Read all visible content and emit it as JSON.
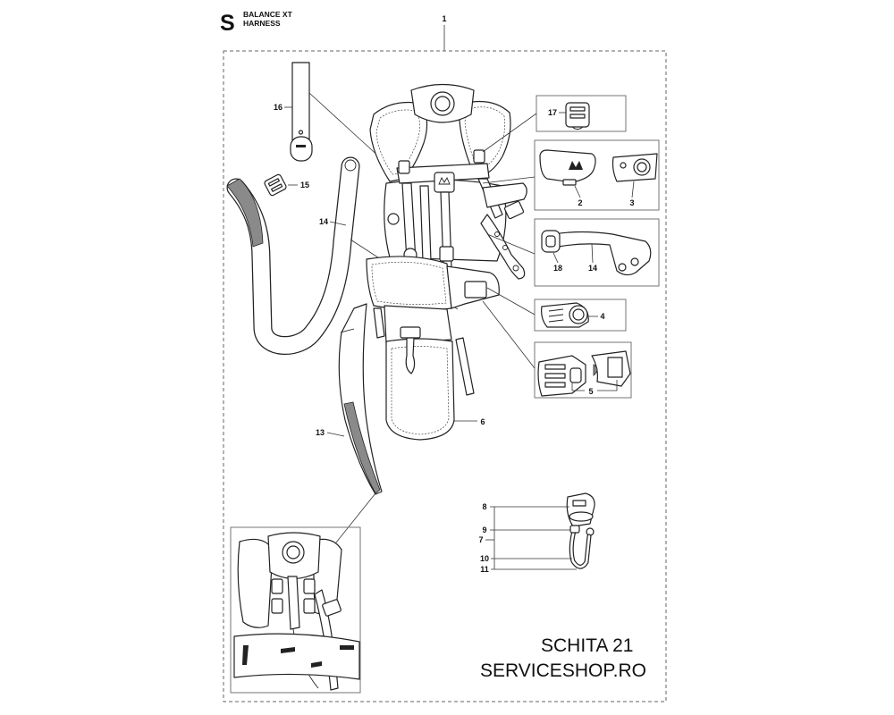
{
  "header": {
    "section_letter": "S",
    "title_line1": "BALANCE XT",
    "title_line2": "HARNESS"
  },
  "callouts": {
    "assembly": "1",
    "part_2": "2",
    "part_3": "3",
    "part_4": "4",
    "part_5": "5",
    "part_6": "6",
    "part_7": "7",
    "part_8": "8",
    "part_9": "9",
    "part_10": "10",
    "part_11": "11",
    "part_13": "13",
    "part_14_pad": "14",
    "part_14_strap": "14",
    "part_15": "15",
    "part_16": "16",
    "part_17": "17",
    "part_18": "18"
  },
  "footer": {
    "sheet_label": "SCHITA 21",
    "website": "SERVICESHOP.RO"
  },
  "colors": {
    "line": "#222222",
    "border": "#666666",
    "background": "#ffffff"
  }
}
